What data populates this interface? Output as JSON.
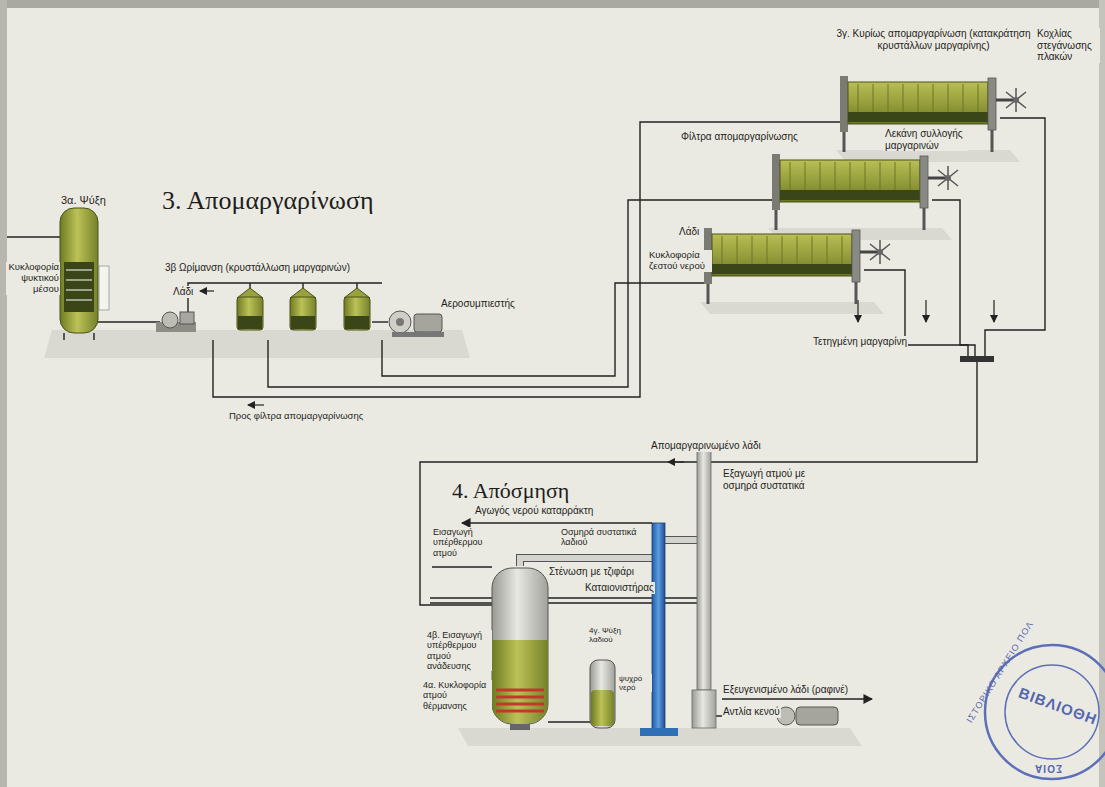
{
  "diagram": {
    "labels": [
      "3. Απομαργαρίνωση",
      "3α. Ψύξη",
      "Κυκλοφορία ψυκτικού μέσου",
      "3β Ωρίμανση (κρυστάλλωση μαργαρινών)",
      "Λάδι",
      "Αεροσυμπιεστής",
      "Προς φίλτρα απομαργαρίνωσης",
      "3γ. Κυρίως απομαργαρίνωση (κατακράτηση κρυστάλλων μαργαρίνης)",
      "Κοχλίας στεγάνωσης πλακών",
      "Φίλτρα απομαργαρίνωσης",
      "Λεκάνη συλλογής μαργαρινών",
      "Λάδι",
      "Κυκλοφορία ζεστού νερού",
      "Τετηγμένη μαργαρίνη",
      "Απομαργαρινωμένο λάδι",
      "4. Απόσμηση",
      "Εξαγωγή ατμού με οσμηρά συστατικά",
      "Αγωγός νερού καταρράκτη",
      "Εισαγωγή υπέρθερμου ατμού",
      "Οσμηρά συστατικά λαδιού",
      "Στένωση με τζιφάρι",
      "Καταιονιστήρας",
      "4β. Εισαγωγή υπέρθερμου ατμού ανάδευσης",
      "4γ. Ψύξη λαδιού",
      "ψυχρό νερό",
      "4α. Κυκλοφορία ατμού θέρμανσης",
      "Εξευγενισμένο λάδι (ραφινέ)",
      "Αντλία κενού",
      "ΙΣΤΟΡΙΚΟ ΑΡΧΕΙΟ ΠΟΛ",
      "ΒΙΒΛΙΟΘΗ",
      "ΣΟΙΑ"
    ]
  }
}
